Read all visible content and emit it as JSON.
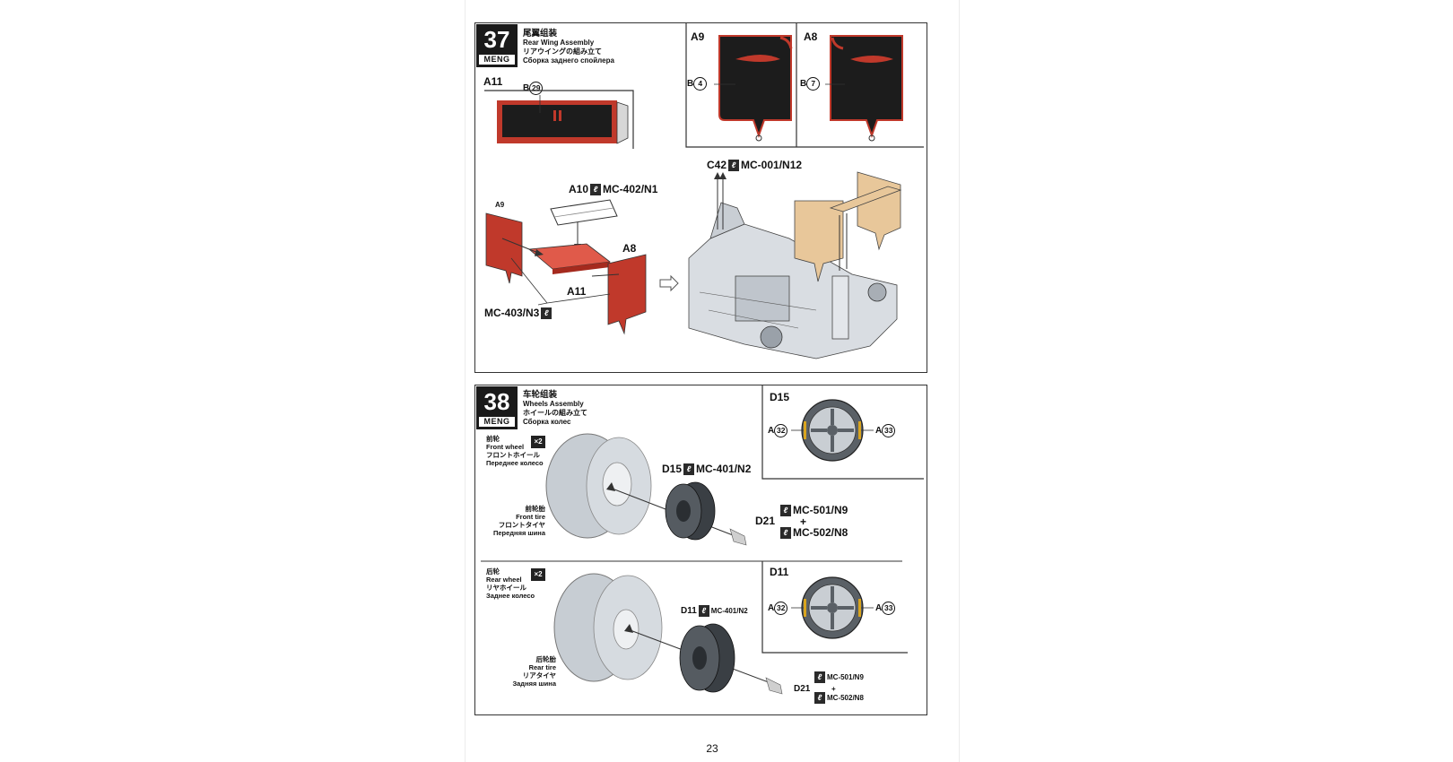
{
  "page": {
    "number": "23"
  },
  "brand": "MENG",
  "step37": {
    "number": "37",
    "title_zh": "尾翼组装",
    "title_en": "Rear Wing Assembly",
    "title_ja": "リアウイングの組み立て",
    "title_ru": "Сборка заднего спойлера",
    "a11": {
      "part": "A11",
      "ref_letter": "B",
      "ref_num": "29"
    },
    "a9": {
      "part": "A9",
      "ref_letter": "B",
      "ref_num": "4"
    },
    "a8": {
      "part": "A8",
      "ref_letter": "B",
      "ref_num": "7"
    },
    "assembly": {
      "a10_label": "A10",
      "a10_paint": "MC-402/N1",
      "a9_label": "A9",
      "a8_label": "A8",
      "a11_label": "A11",
      "glue_label": "MC-403/N3",
      "c42_label": "C42",
      "c42_paint": "MC-001/N12"
    }
  },
  "step38": {
    "number": "38",
    "title_zh": "车轮组装",
    "title_en": "Wheels Assembly",
    "title_ja": "ホイールの組み立て",
    "title_ru": "Сборка колес",
    "front": {
      "wheel_zh": "前轮",
      "wheel_en": "Front wheel",
      "wheel_ja": "フロントホイール",
      "wheel_ru": "Переднее колесо",
      "qty": "×2",
      "tire_zh": "前轮胎",
      "tire_en": "Front tire",
      "tire_ja": "フロントタイヤ",
      "tire_ru": "Передняя шина",
      "rim_label": "D15",
      "rim_paint": "MC-401/N2",
      "nut_label": "D21",
      "nut_paint1": "MC-501/N9",
      "plus": "+",
      "nut_paint2": "MC-502/N8",
      "detail_part": "D15",
      "detail_left_letter": "A",
      "detail_left_num": "32",
      "detail_right_letter": "A",
      "detail_right_num": "33"
    },
    "rear": {
      "wheel_zh": "后轮",
      "wheel_en": "Rear wheel",
      "wheel_ja": "リヤホイール",
      "wheel_ru": "Заднее колесо",
      "qty": "×2",
      "tire_zh": "后轮胎",
      "tire_en": "Rear tire",
      "tire_ja": "リアタイヤ",
      "tire_ru": "Задняя шина",
      "rim_label": "D11",
      "rim_paint": "MC-401/N2",
      "nut_label": "D21",
      "nut_paint1": "MC-501/N9",
      "plus": "+",
      "nut_paint2": "MC-502/N8",
      "detail_part": "D11",
      "detail_left_letter": "A",
      "detail_left_num": "32",
      "detail_right_letter": "A",
      "detail_right_num": "33"
    }
  },
  "colors": {
    "wing_red": "#c0392b",
    "plate_black": "#1c1c1c",
    "tire_gray": "#c7cdd3",
    "wing_tan": "#e8c79a",
    "line": "#222222"
  }
}
